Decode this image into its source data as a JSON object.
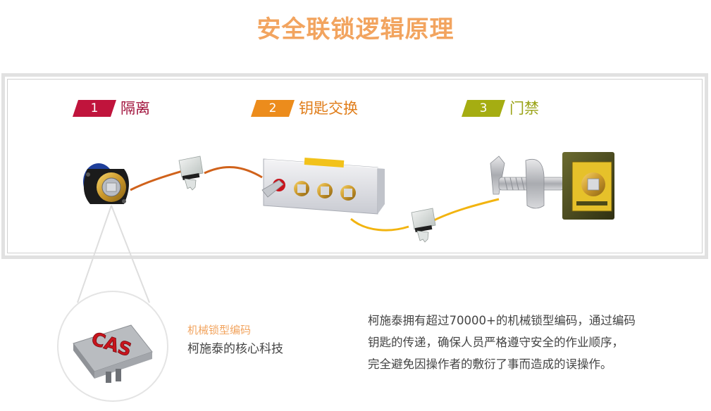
{
  "title": "安全联锁逻辑原理",
  "steps": [
    {
      "number": "1",
      "label": "隔离",
      "color": "#c0143c",
      "text_color": "#a0103a"
    },
    {
      "number": "2",
      "label": "钥匙交换",
      "color": "#ec8c1c",
      "text_color": "#e07d1a"
    },
    {
      "number": "3",
      "label": "门禁",
      "color": "#a5ad12",
      "text_color": "#9aa317"
    }
  ],
  "icons": {
    "isolation_lock": "isolation-lock-icon",
    "key_exchange_box": "key-exchange-box-icon",
    "door_lock": "door-interlock-icon",
    "key": "key-icon",
    "coded_key_detail": "coded-key-closeup-icon"
  },
  "key_closeup": {
    "logo_text": "CAS",
    "caption_title": "机械锁型编码",
    "caption_sub": "柯施泰的核心科技"
  },
  "description": {
    "lines": [
      "柯施泰拥有超过70000+的机械锁型编码，通过编码",
      "钥匙的传递，确保人员严格遵守安全的作业顺序，",
      "完全避免因操作者的敷衍了事而造成的误操作。"
    ]
  }
}
